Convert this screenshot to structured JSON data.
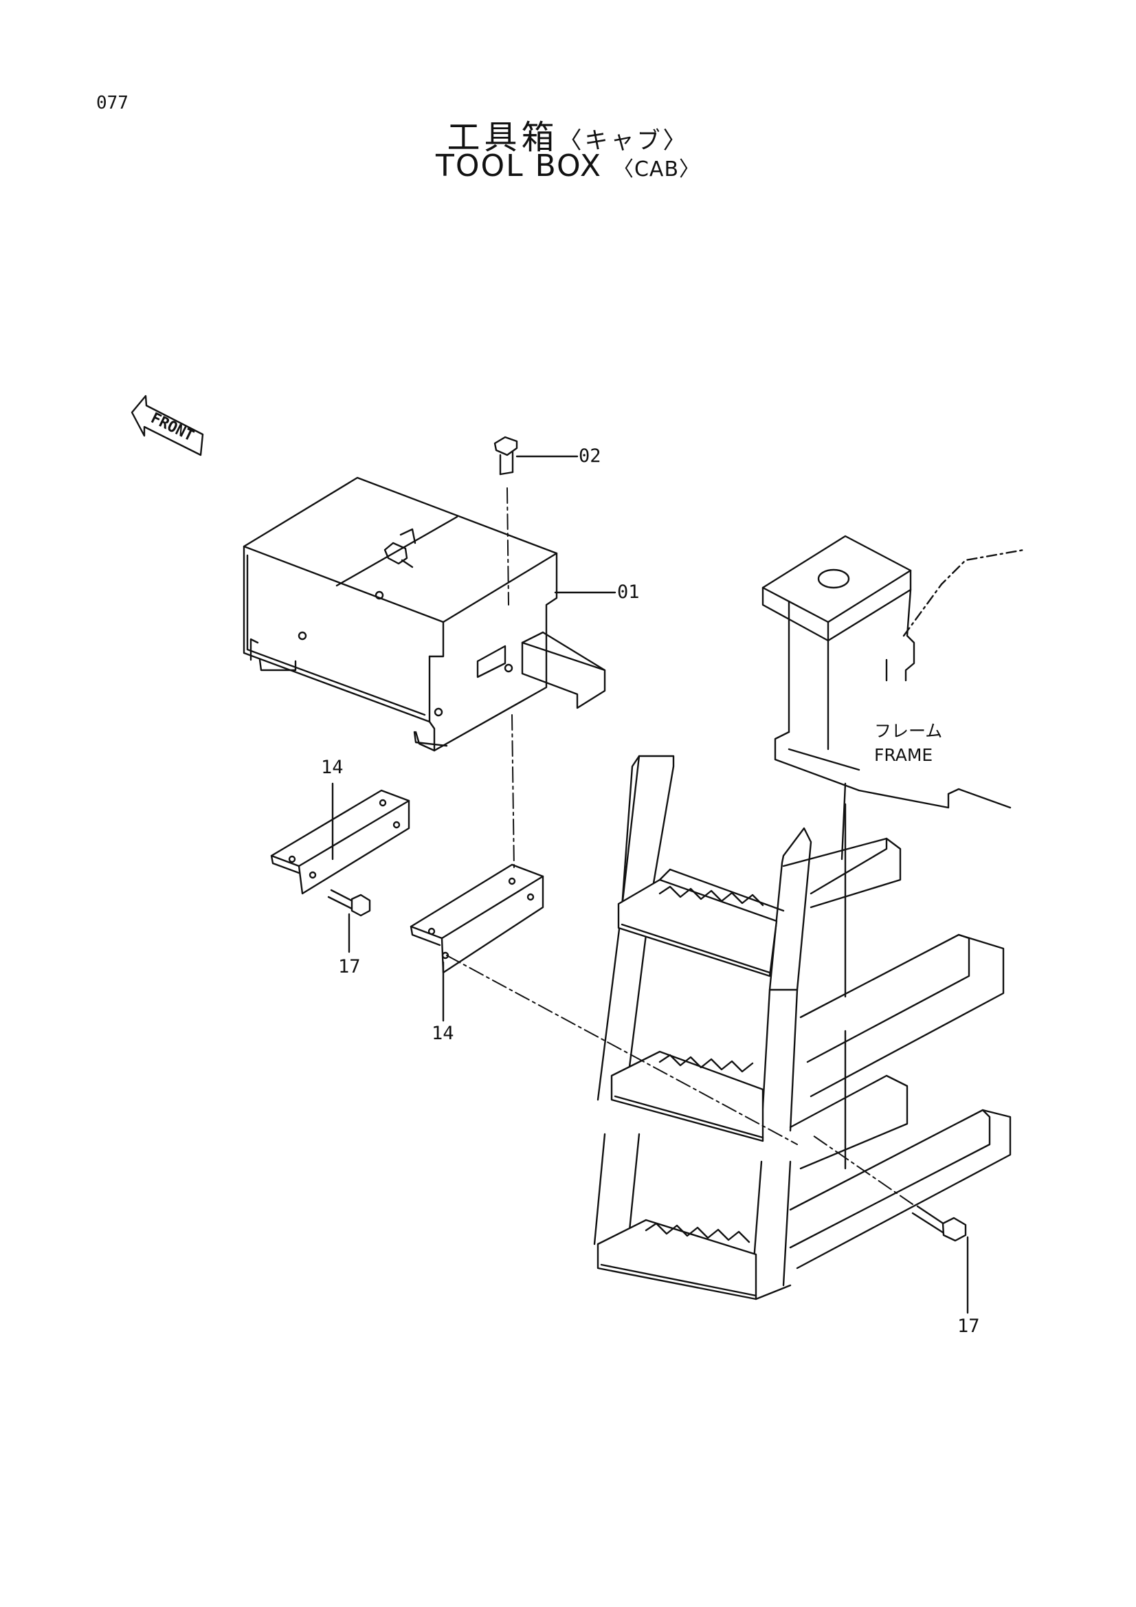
{
  "page": {
    "number": "077"
  },
  "title": {
    "jp": "工具箱",
    "jp_sub": "〈キャブ〉",
    "en": "TOOL BOX",
    "en_sub": "〈CAB〉"
  },
  "direction_marker": {
    "label": "FRONT",
    "icon": "arrow-left-icon"
  },
  "callouts": {
    "part_01": "01",
    "part_02": "02",
    "part_14_upper": "14",
    "part_14_lower": "14",
    "part_17_left": "17",
    "part_17_right": "17"
  },
  "frame_label": {
    "jp": "フレーム",
    "en": "FRAME"
  }
}
